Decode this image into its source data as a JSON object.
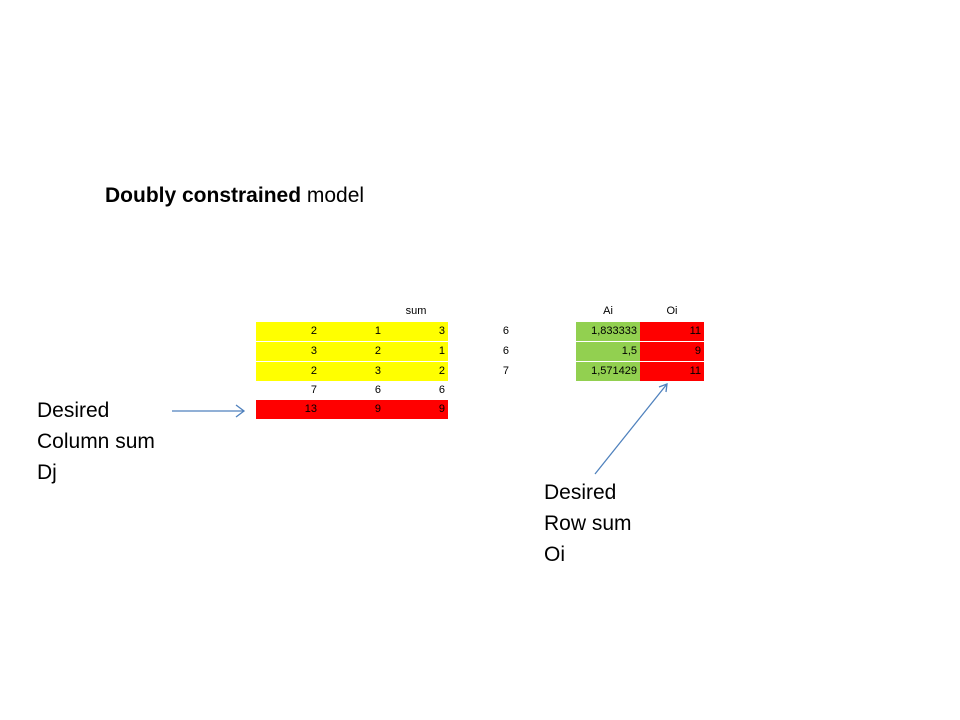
{
  "title": {
    "bold": "Doubly constrained",
    "rest": " model"
  },
  "table": {
    "headers": {
      "sum": "sum",
      "ai": "Ai",
      "oi": "Oi"
    },
    "rows": [
      {
        "cells": [
          "2",
          "1",
          "3"
        ],
        "sum": "6",
        "ai": "1,833333",
        "oi": "11"
      },
      {
        "cells": [
          "3",
          "2",
          "1"
        ],
        "sum": "6",
        "ai": "1,5",
        "oi": "9"
      },
      {
        "cells": [
          "2",
          "3",
          "2"
        ],
        "sum": "7",
        "ai": "1,571429",
        "oi": "11"
      }
    ],
    "column_sums": [
      "7",
      "6",
      "6"
    ],
    "desired_column_sums": [
      "13",
      "9",
      "9"
    ]
  },
  "annotations": {
    "column": [
      "Desired",
      "Column sum",
      "Dj"
    ],
    "row": [
      "Desired",
      "Row sum",
      "Oi"
    ]
  },
  "colors": {
    "matrix": "#ffff00",
    "ai": "#92d050",
    "target": "#ff0000",
    "arrow": "#4f81bd"
  }
}
